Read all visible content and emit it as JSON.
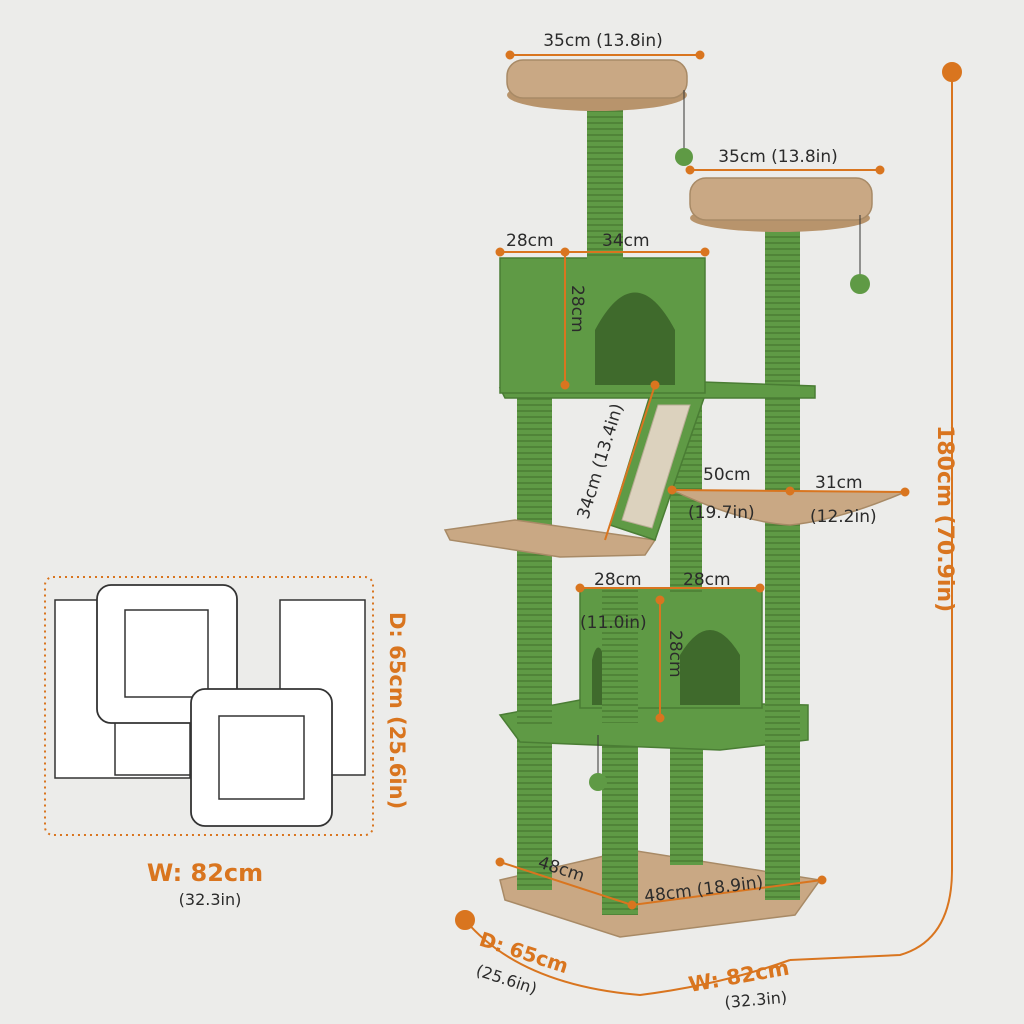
{
  "colors": {
    "background": "#ececea",
    "accent": "#d9751f",
    "tree_green": "#5f9a45",
    "tree_green_dark": "#4a7d34",
    "plush_tan": "#c9a884",
    "sisal": "#dcd2be"
  },
  "labels": {
    "top_perch_width": "35cm (13.8in)",
    "second_perch_width": "35cm (13.8in)",
    "upper_condo_depth": "28cm",
    "upper_condo_width": "34cm",
    "upper_condo_height": "28cm",
    "ramp_length": "34cm (13.4in)",
    "hammock_length_cm": "50cm",
    "hammock_length_in": "(19.7in)",
    "hammock_width_cm": "31cm",
    "hammock_width_in": "(12.2in)",
    "lower_condo_depth_cm": "28cm",
    "lower_condo_depth_in": "(11.0in)",
    "lower_condo_width": "28cm",
    "lower_condo_height": "28cm",
    "base_depth": "48cm",
    "base_width": "48cm (18.9in)",
    "total_height": "180cm (70.9in)",
    "footprint_depth": "D: 65cm (25.6in)",
    "footprint_width_cm": "W: 82cm",
    "footprint_width_in": "(32.3in)",
    "overall_depth_cm": "D: 65cm",
    "overall_depth_in": "(25.6in)",
    "overall_width_cm": "W: 82cm",
    "overall_width_in": "(32.3in)"
  }
}
